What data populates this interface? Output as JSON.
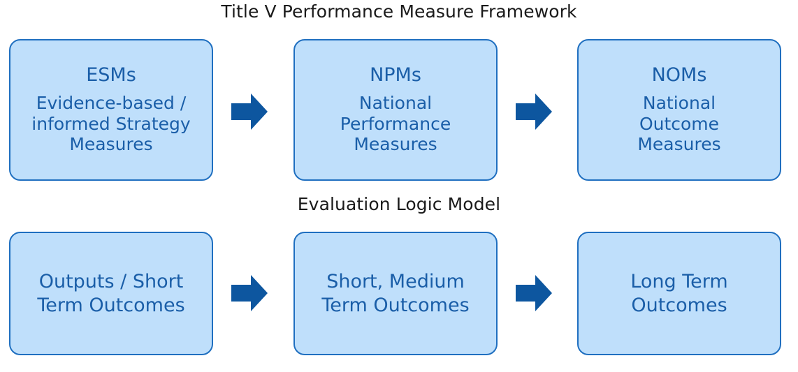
{
  "titles": {
    "framework": "Title V Performance Measure Framework",
    "logic_model": "Evaluation Logic Model"
  },
  "colors": {
    "box_fill": "#bfdffb",
    "box_border": "#1f6fc0",
    "text_blue": "#1a5ea8",
    "arrow_fill": "#0d569f",
    "title_text": "#1a1a1a",
    "background": "#ffffff"
  },
  "framework_row": {
    "boxes": [
      {
        "heading": "ESMs",
        "body": "Evidence-based /\ninformed Strategy\nMeasures"
      },
      {
        "heading": "NPMs",
        "body": "National\nPerformance\nMeasures"
      },
      {
        "heading": "NOMs",
        "body": "National\nOutcome\nMeasures"
      }
    ],
    "arrows": [
      {
        "icon": "right-arrow-icon",
        "direction": "right"
      },
      {
        "icon": "right-arrow-icon",
        "direction": "right"
      }
    ]
  },
  "logic_row": {
    "boxes": [
      {
        "heading": "",
        "body": "Outputs / Short\nTerm Outcomes"
      },
      {
        "heading": "",
        "body": "Short, Medium\nTerm Outcomes"
      },
      {
        "heading": "",
        "body": "Long Term\nOutcomes"
      }
    ],
    "arrows": [
      {
        "icon": "right-arrow-icon",
        "direction": "right"
      },
      {
        "icon": "right-arrow-icon",
        "direction": "right"
      }
    ]
  }
}
